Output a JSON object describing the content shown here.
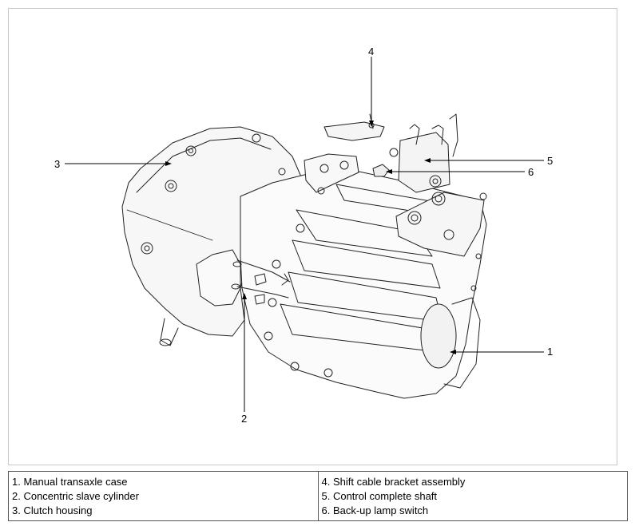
{
  "callouts": [
    "1",
    "2",
    "3",
    "4",
    "5",
    "6"
  ],
  "legend": {
    "left": [
      "1. Manual transaxle case",
      "2. Concentric slave cylinder",
      "3. Clutch housing"
    ],
    "right": [
      "4. Shift cable bracket assembly",
      "5. Control complete shaft",
      "6. Back-up lamp switch"
    ]
  }
}
